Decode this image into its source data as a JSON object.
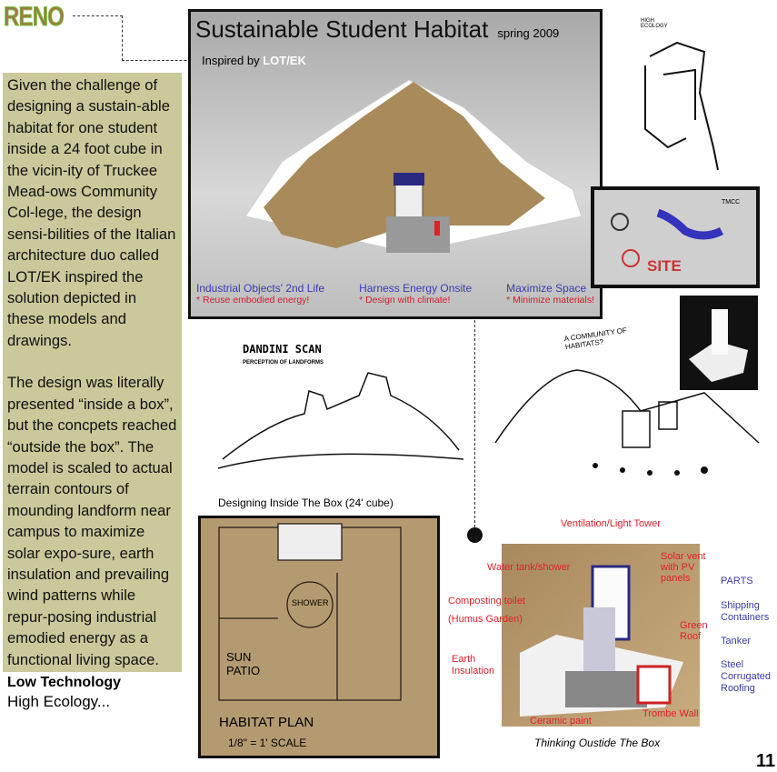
{
  "header": {
    "logo": "RENO"
  },
  "left_panel": {
    "para1": "Given the challenge of designing a sustain-able habitat for one student inside a 24 foot cube in the vicin-ity of Truckee Mead-ows Community Col-lege, the design sensi-bilities of the Italian architecture duo called LOT/EK  inspired the solution depicted in these models and drawings.",
    "para2": "The design was literally presented “inside a box”, but the concpets reached “outside the box”. The model is scaled to actual terrain contours of mounding landform near campus to maximize solar expo-sure, earth insulation and prevailing wind patterns while repur-posing industrial emodied energy as a functional living space."
  },
  "footer": {
    "low_tech": "Low Technology",
    "high_ecology": "High Ecology...",
    "page_number": "11"
  },
  "main_photo": {
    "title": "Sustainable Student Habitat",
    "season": "spring 2009",
    "inspired_prefix": "Inspired by ",
    "inspired_brand": "LOT/EK",
    "captions": [
      {
        "title": "Industrial Objects' 2nd Life",
        "sub": "* Reuse embodied energy!"
      },
      {
        "title": "Harness Energy Onsite",
        "sub": "* Design with climate!"
      },
      {
        "title": "Maximize Space",
        "sub": "* Minimize materials!"
      }
    ]
  },
  "sketches": {
    "high_ecology": "HIGH ECOLOGY",
    "dandini_title": "DANDINI SCAN",
    "dandini_sub": "PERCEPTION OF LANDFORMS",
    "community": "A COMMUNITY OF HABITATS?",
    "site_label": "SITE",
    "tmcc": "TMCC"
  },
  "plan": {
    "caption": "Designing Inside The Box (24' cube)",
    "title": "HABITAT PLAN",
    "scale": "1/8\" = 1' SCALE",
    "patio": "SUN PATIO",
    "shower": "SHOWER"
  },
  "model_photo": {
    "caption": "Thinking Oustide The Box",
    "labels": {
      "tower": "Ventilation/Light Tower",
      "water": "Water tank/shower",
      "solar": "Solar vent with PV panels",
      "toilet": "Composting toilet",
      "humus": "(Humus Garden)",
      "roof": "Green Roof",
      "earth": "Earth Insulation",
      "trombe": "Trombe Wall",
      "ceramic": "Ceramic paint"
    },
    "parts": [
      "PARTS",
      "Shipping Containers",
      "Tanker",
      "Steel Corrugated Roofing"
    ]
  }
}
